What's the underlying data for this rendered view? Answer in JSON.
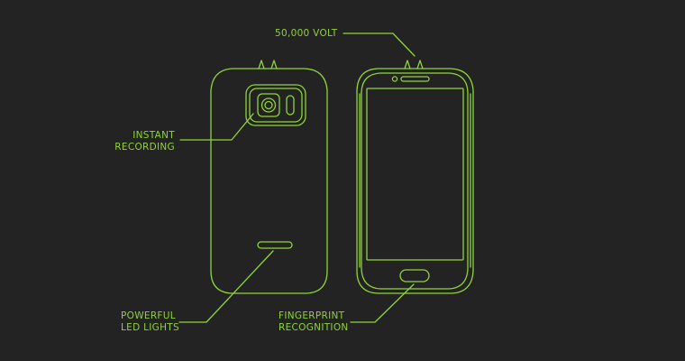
{
  "callouts": {
    "voltage": {
      "lines": [
        "50,000 VOLT"
      ]
    },
    "recording": {
      "lines": [
        "INSTANT",
        "RECORDING"
      ]
    },
    "led": {
      "lines": [
        "POWERFUL",
        "LED LIGHTS"
      ]
    },
    "fingerprint": {
      "lines": [
        "FINGERPRINT",
        "RECOGNITION"
      ]
    }
  },
  "colors": {
    "background": "#232323",
    "line": "#8ed43a"
  }
}
